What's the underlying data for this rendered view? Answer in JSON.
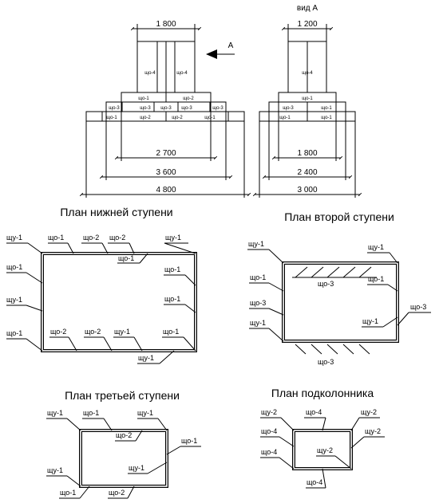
{
  "elevation": {
    "front": {
      "dims": [
        "1 800",
        "2 700",
        "3 600",
        "4 800"
      ],
      "column": [
        "що-4",
        "що-4"
      ],
      "step3": [
        "що-1",
        "що-2"
      ],
      "step2": [
        "що-3",
        "що-3",
        "що-3",
        "що-3",
        "що-3"
      ],
      "step1": [
        "що-1",
        "що-2",
        "що-2",
        "що-1"
      ],
      "arrow_label": "A"
    },
    "side": {
      "title": "вид А",
      "dims": [
        "1 200",
        "1 800",
        "2 400",
        "3 000"
      ],
      "column": [
        "що-4"
      ],
      "step3": [
        "що-1"
      ],
      "step2": [
        "що-3",
        "що-1"
      ],
      "step1": [
        "що-1",
        "що-1"
      ]
    }
  },
  "plans": {
    "bottom": {
      "title": "План нижней ступени",
      "labels": [
        "щу-1",
        "що-1",
        "що-2",
        "що-2",
        "щу-1",
        "що-1",
        "що-1",
        "що-1",
        "щу-1",
        "що-1",
        "що-1",
        "що-2",
        "що-2",
        "щу-1",
        "що-1",
        "щу-1"
      ]
    },
    "second": {
      "title": "План второй ступени",
      "labels": [
        "щу-1",
        "щу-1",
        "що-3",
        "що-1",
        "що-1",
        "що-3",
        "щу-1",
        "щу-1",
        "що-3",
        "що-3"
      ]
    },
    "third": {
      "title": "План третьей ступени",
      "labels": [
        "щу-1",
        "що-1",
        "щу-1",
        "що-2",
        "що-1",
        "щу-1",
        "щу-1",
        "що-1",
        "що-2"
      ]
    },
    "column": {
      "title": "План подколонника",
      "labels": [
        "щу-2",
        "що-4",
        "щу-2",
        "що-4",
        "щу-2",
        "що-4",
        "щу-2",
        "що-4"
      ]
    }
  }
}
